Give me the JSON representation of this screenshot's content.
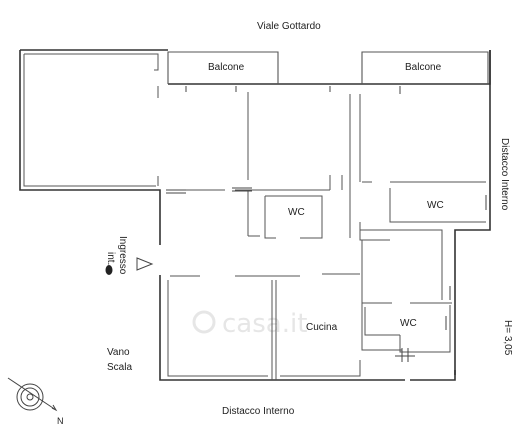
{
  "plan": {
    "street_north": "Viale Gottardo",
    "boundary_east": "Distacco Interno",
    "boundary_south": "Distacco Interno",
    "height_note": "H= 3,05",
    "balcony_left": "Balcone",
    "balcony_right": "Balcone",
    "wc_center": "WC",
    "wc_right_upper": "WC",
    "wc_right_lower": "WC",
    "kitchen": "Cucina",
    "entrance_line1": "Ingresso",
    "entrance_line2": "int.",
    "stairwell_line1": "Vano",
    "stairwell_line2": "Scala",
    "compass_letter": "N",
    "watermark": "casa.it"
  },
  "colors": {
    "walls": "#333333",
    "text": "#222222",
    "watermark": "#e6e6e6"
  }
}
